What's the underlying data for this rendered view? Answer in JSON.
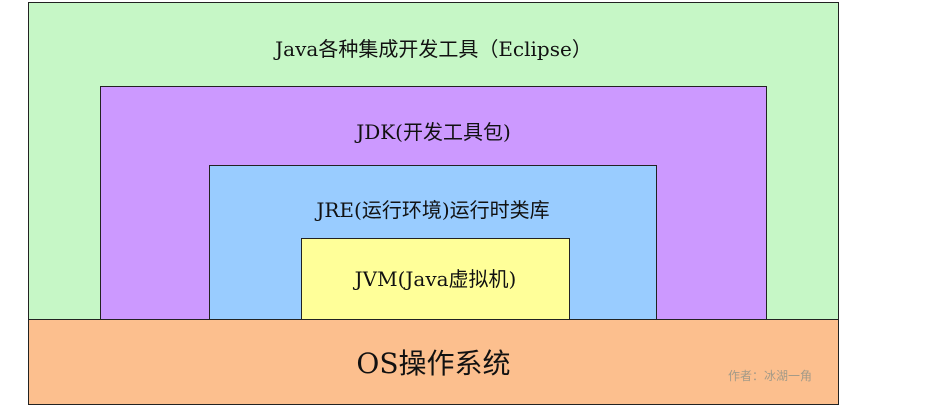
{
  "layers": {
    "ide": {
      "label": "Java各种集成开发工具（Eclipse）",
      "color": "#c6f7c6"
    },
    "jdk": {
      "label": "JDK(开发工具包)",
      "color": "#cc99ff"
    },
    "jre": {
      "label": "JRE(运行环境)运行时类库",
      "color": "#99ccff"
    },
    "jvm": {
      "label": "JVM(Java虚拟机)",
      "color": "#ffff99"
    },
    "os": {
      "label": "OS操作系统",
      "color": "#fcbf8e"
    }
  },
  "watermark": "作者：冰湖一角"
}
